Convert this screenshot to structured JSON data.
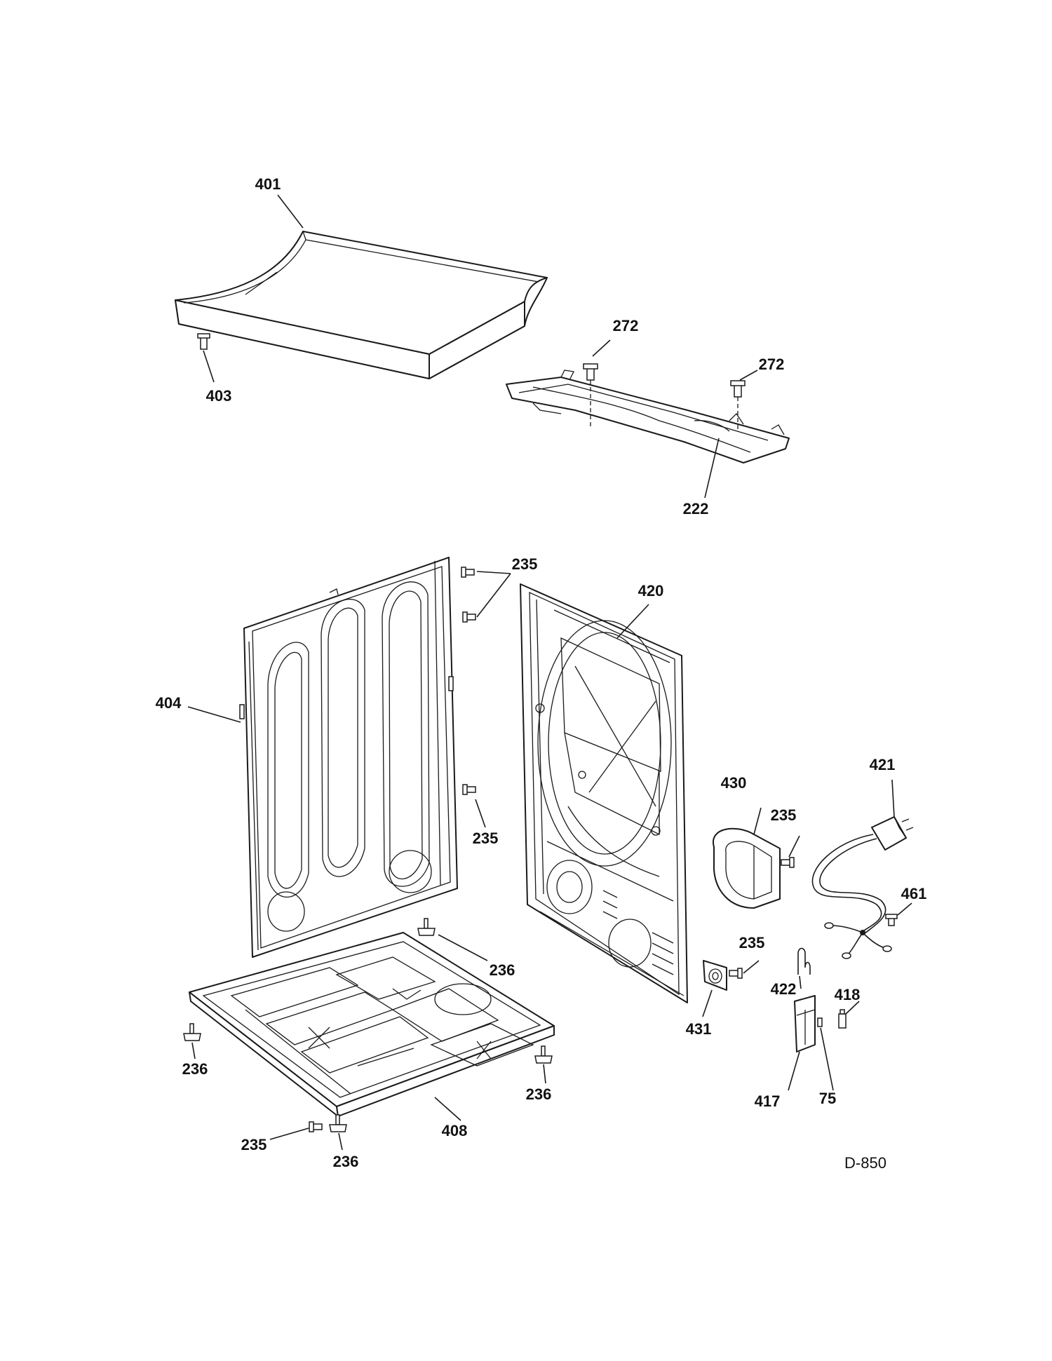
{
  "diagram": {
    "drawing_code": "D-850",
    "callouts": {
      "c401": "401",
      "c403": "403",
      "c272a": "272",
      "c272b": "272",
      "c222": "222",
      "c235a": "235",
      "c420": "420",
      "c404": "404",
      "c235b": "235",
      "c430": "430",
      "c235c": "235",
      "c421": "421",
      "c461": "461",
      "c236a": "236",
      "c235d": "235",
      "c422": "422",
      "c418": "418",
      "c431": "431",
      "c236b": "236",
      "c236c": "236",
      "c417": "417",
      "c75": "75",
      "c408": "408",
      "c235e": "235",
      "c236d": "236"
    }
  }
}
